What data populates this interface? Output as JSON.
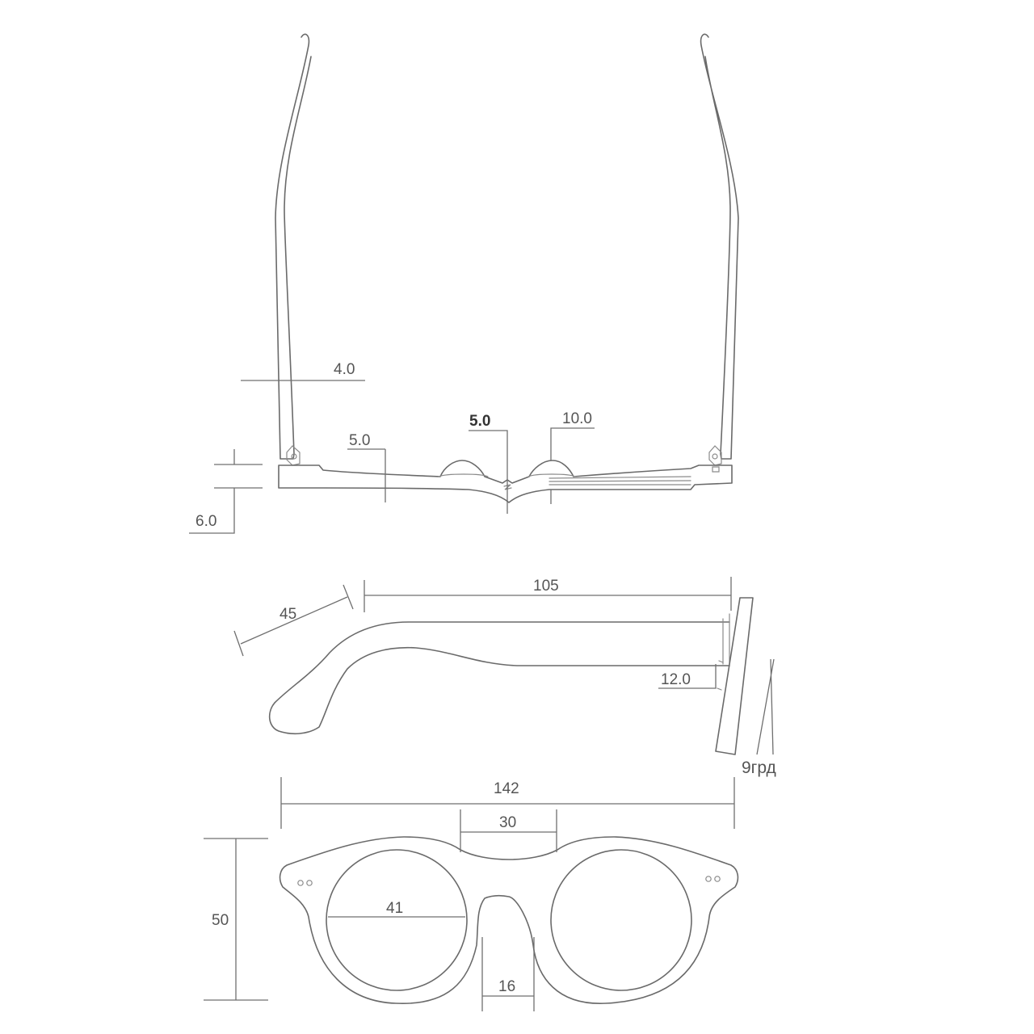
{
  "top_view": {
    "temple_thickness": "4.0",
    "front_thickness": "5.0",
    "bridge_thickness": "5.0",
    "nose_pad_width": "10.0",
    "front_depth": "6.0"
  },
  "side_view": {
    "temple_bend": "45",
    "temple_length": "105",
    "hinge_height": "12.0",
    "pantoscopic_tilt": "9грд"
  },
  "front_view": {
    "total_width": "142",
    "bridge_top_width": "30",
    "lens_height": "50",
    "lens_diameter": "41",
    "bridge_width": "16"
  }
}
